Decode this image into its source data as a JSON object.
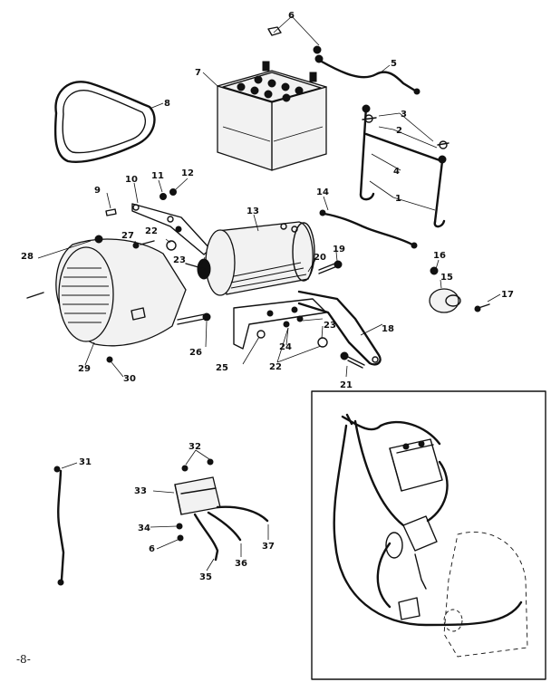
{
  "diagram": {
    "page_number": "-8-",
    "callouts": [
      "1",
      "2",
      "3",
      "4",
      "5",
      "6",
      "7",
      "8",
      "9",
      "10",
      "11",
      "12",
      "13",
      "14",
      "15",
      "16",
      "17",
      "18",
      "19",
      "20",
      "21",
      "22",
      "23",
      "24",
      "25",
      "26",
      "27",
      "28",
      "29",
      "30",
      "31",
      "32",
      "33",
      "34",
      "35",
      "36",
      "37"
    ],
    "callout_labels": {
      "c1": "1",
      "c2": "2",
      "c3": "3",
      "c4": "4",
      "c5": "5",
      "c6a": "6",
      "c6b": "6",
      "c7": "7",
      "c8": "8",
      "c9": "9",
      "c10": "10",
      "c11": "11",
      "c12": "12",
      "c13": "13",
      "c14": "14",
      "c15": "15",
      "c16": "16",
      "c17": "17",
      "c18": "18",
      "c19": "19",
      "c20": "20",
      "c21": "21",
      "c22a": "22",
      "c22b": "22",
      "c23a": "23",
      "c23b": "23",
      "c24": "24",
      "c25": "25",
      "c26": "26",
      "c27": "27",
      "c28": "28",
      "c29": "29",
      "c30": "30",
      "c31": "31",
      "c32": "32",
      "c33": "33",
      "c34": "34",
      "c35": "35",
      "c36": "36",
      "c37": "37"
    }
  }
}
